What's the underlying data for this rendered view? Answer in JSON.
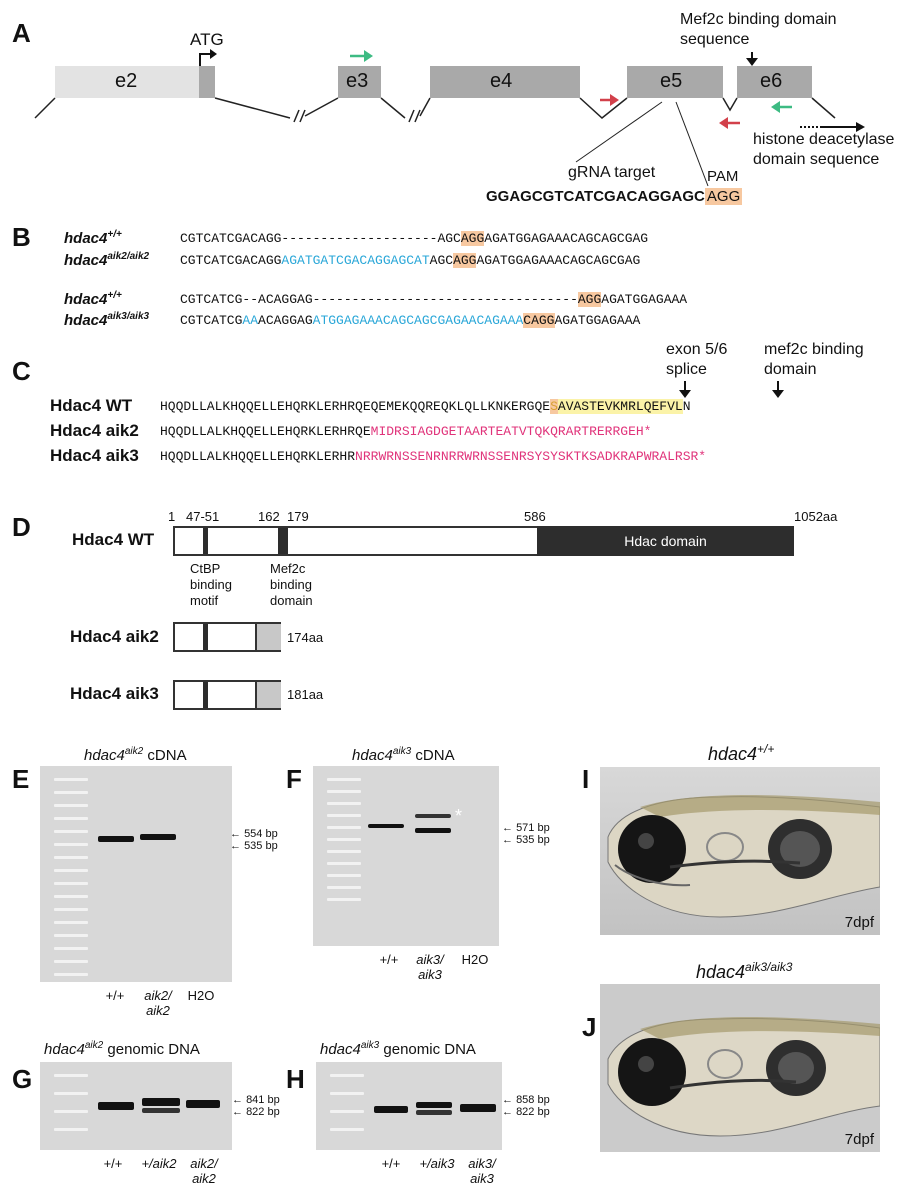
{
  "panels": {
    "A": "A",
    "B": "B",
    "C": "C",
    "D": "D",
    "E": "E",
    "F": "F",
    "G": "G",
    "H": "H",
    "I": "I",
    "J": "J"
  },
  "panelA": {
    "exons": [
      "e2",
      "e3",
      "e4",
      "e5",
      "e6"
    ],
    "atg": "ATG",
    "mef2c_label": "Mef2c binding domain sequence",
    "hdac_label": "histone deacetylase domain sequence",
    "grna_label": "gRNA target",
    "pam_label": "PAM",
    "grna_seq": "GGAGCGTCATCGACAGGAGC",
    "pam_seq": "AGG"
  },
  "panelB": {
    "block1": [
      {
        "name": "hdac4",
        "sup": "+/+",
        "seq": [
          {
            "t": "CGTCATCGACAGG--------------------AGC",
            "c": "n"
          },
          {
            "t": "AGG",
            "c": "pam"
          },
          {
            "t": "AGATGGAGAAACAGCAGCGAG",
            "c": "n"
          }
        ]
      },
      {
        "name": "hdac4",
        "sup": "aik2/aik2",
        "seq": [
          {
            "t": "CGTCATCGACAGG",
            "c": "n"
          },
          {
            "t": "AGATGATCGACAGGAGCAT",
            "c": "ins"
          },
          {
            "t": "AGC",
            "c": "n"
          },
          {
            "t": "AGG",
            "c": "pam"
          },
          {
            "t": "AGATGGAGAAACAGCAGCGAG",
            "c": "n"
          }
        ]
      }
    ],
    "block2": [
      {
        "name": "hdac4",
        "sup": "+/+",
        "seq": [
          {
            "t": "CGTCATCG--ACAGGAG----------------------------------",
            "c": "n"
          },
          {
            "t": "AGG",
            "c": "pam"
          },
          {
            "t": "AGATGGAGAAA",
            "c": "n"
          }
        ]
      },
      {
        "name": "hdac4",
        "sup": "aik3/aik3",
        "seq": [
          {
            "t": "CGTCATCG",
            "c": "n"
          },
          {
            "t": "AA",
            "c": "ins"
          },
          {
            "t": "ACAGGAG",
            "c": "n"
          },
          {
            "t": "ATGGAGAAACAGCAGCGAGAACAGAAA",
            "c": "ins"
          },
          {
            "t": "CAGG",
            "c": "pam"
          },
          {
            "t": "AGATGGAGAAA",
            "c": "n"
          }
        ]
      }
    ]
  },
  "panelC": {
    "splice_label": "exon 5/6 splice",
    "mef2c_label": "mef2c binding domain",
    "rows": [
      {
        "name": "Hdac4 WT",
        "pre": "HQQDLLALKHQQELLEHQRKLERHRQEQEMEKQQREQKLQLLKNKERGQE",
        "hl": "S",
        "hl2": "AVASTEVKMRLQEFVL",
        "post": "N"
      },
      {
        "name": "Hdac4 aik2",
        "pre": "HQQDLLALKHQQELLEHQRKLERHRQE",
        "mut": "MIDRSIAGDGETAARTEATVTQKQRARTRERRGEH*"
      },
      {
        "name": "Hdac4 aik3",
        "pre": "HQQDLLALKHQQELLEHQRKLERHR",
        "mut": "NRRWRNSSENRNRRWRNSSENRSYSYSKTKSADKRAPWRALRSR*"
      }
    ]
  },
  "panelD": {
    "wt_name": "Hdac4 WT",
    "ticks": [
      "1",
      "47-51",
      "162",
      "179",
      "586",
      "1052aa"
    ],
    "hdac_domain": "Hdac domain",
    "ctbp_label": "CtBP binding motif",
    "mef2c_label": "Mef2c binding domain",
    "aik2_name": "Hdac4 aik2",
    "aik2_len": "174aa",
    "aik3_name": "Hdac4 aik3",
    "aik3_len": "181aa"
  },
  "panelE": {
    "title_gene": "hdac4",
    "title_sup": "aik2",
    "title_rest": "cDNA",
    "lanes": [
      "+/+",
      "aik2/ aik2",
      "H2O"
    ],
    "bp": [
      "554 bp",
      "535 bp"
    ]
  },
  "panelF": {
    "title_gene": "hdac4",
    "title_sup": "aik3",
    "title_rest": "cDNA",
    "lanes": [
      "+/+",
      "aik3/ aik3",
      "H2O"
    ],
    "bp": [
      "571 bp",
      "535 bp"
    ],
    "star": "*"
  },
  "panelG": {
    "title_gene": "hdac4",
    "title_sup": "aik2",
    "title_rest": "genomic DNA",
    "lanes": [
      "+/+",
      "+/aik2",
      "aik2/ aik2"
    ],
    "bp": [
      "841 bp",
      "822 bp"
    ]
  },
  "panelH": {
    "title_gene": "hdac4",
    "title_sup": "aik3",
    "title_rest": "genomic DNA",
    "lanes": [
      "+/+",
      "+/aik3",
      "aik3/ aik3"
    ],
    "bp": [
      "858 bp",
      "822 bp"
    ]
  },
  "panelI": {
    "title_gene": "hdac4",
    "title_sup": "+/+",
    "stage": "7dpf"
  },
  "panelJ": {
    "title_gene": "hdac4",
    "title_sup": "aik3/aik3",
    "stage": "7dpf"
  },
  "colors": {
    "exon_light": "#e3e3e3",
    "exon": "#a9a9a9",
    "insert": "#2aa7d8",
    "mutant": "#e0337a",
    "pam": "#f7c8a0",
    "highlight": "#fbf3a8",
    "green_arrow": "#3dbb83",
    "red_arrow": "#d2404a",
    "dark_domain": "#2d2d2d"
  }
}
